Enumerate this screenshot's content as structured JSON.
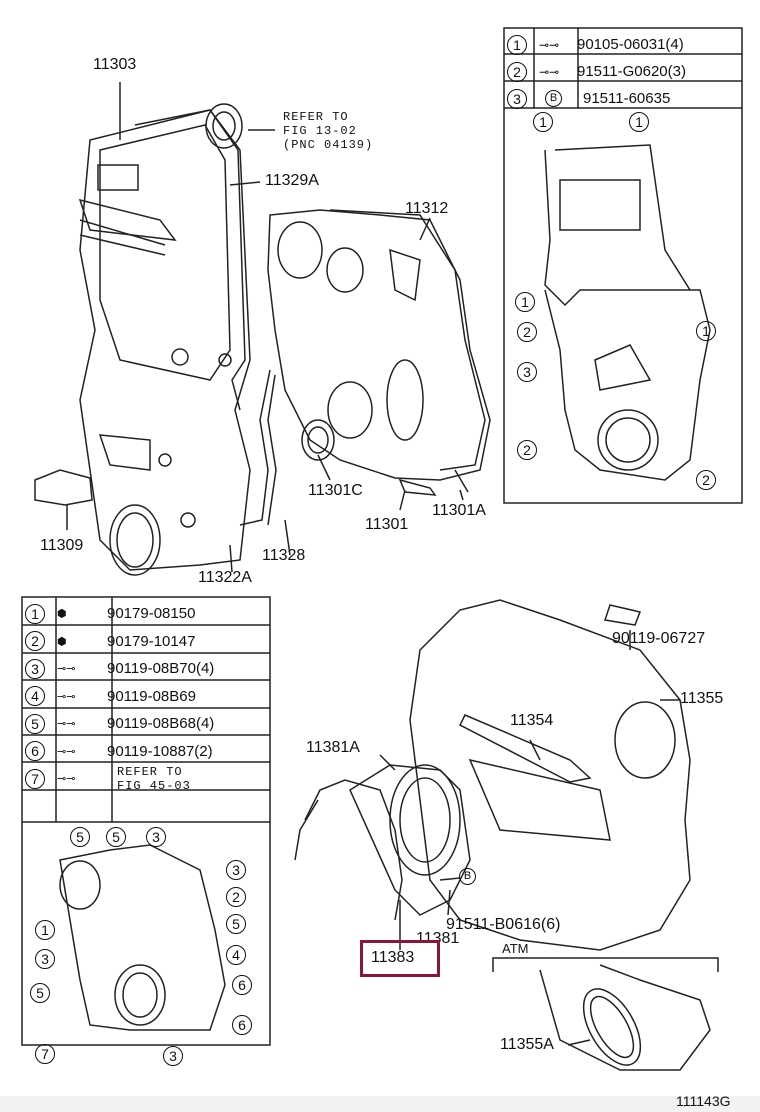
{
  "callouts": {
    "c11303": "11303",
    "c11329A": "11329A",
    "c11312": "11312",
    "c11309": "11309",
    "c11328": "11328",
    "c11322A": "11322A",
    "c11301C": "11301C",
    "c11301": "11301",
    "c11301A": "11301A",
    "c11355": "11355",
    "c11354": "11354",
    "c11381A": "11381A",
    "c90119_06727": "90119-06727",
    "c91511_B0616": "91511-B0616(6)",
    "c11381": "11381",
    "c11383": "11383",
    "c11355A": "11355A",
    "atm": "ATM",
    "b_marker": "B",
    "figure_id": "111143G"
  },
  "refer_note": {
    "line1": "REFER TO",
    "line2": "FIG 13-02",
    "line3": "(PNC 04139)"
  },
  "top_legend": [
    {
      "num": "1",
      "part": "90105-06031(4)"
    },
    {
      "num": "2",
      "part": "91511-G0620(3)"
    },
    {
      "num": "3",
      "part": "91511-60635",
      "mark": "B"
    }
  ],
  "left_legend": [
    {
      "num": "1",
      "part": "90179-08150"
    },
    {
      "num": "2",
      "part": "90179-10147"
    },
    {
      "num": "3",
      "part": "90119-08B70(4)"
    },
    {
      "num": "4",
      "part": "90119-08B69"
    },
    {
      "num": "5",
      "part": "90119-08B68(4)"
    },
    {
      "num": "6",
      "part": "90119-10887(2)"
    },
    {
      "num": "7",
      "part": "REFER TO",
      "part2": "FIG 45-03"
    }
  ],
  "inset_top_markers": [
    "1",
    "1",
    "1",
    "1",
    "2",
    "3",
    "2",
    "2"
  ],
  "inset_left_markers": [
    "5",
    "5",
    "3",
    "3",
    "2",
    "5",
    "1",
    "3",
    "4",
    "5",
    "6",
    "6",
    "7",
    "3"
  ],
  "highlight_part": "11383",
  "colors": {
    "highlight": "#8b1535",
    "line": "#222222"
  }
}
